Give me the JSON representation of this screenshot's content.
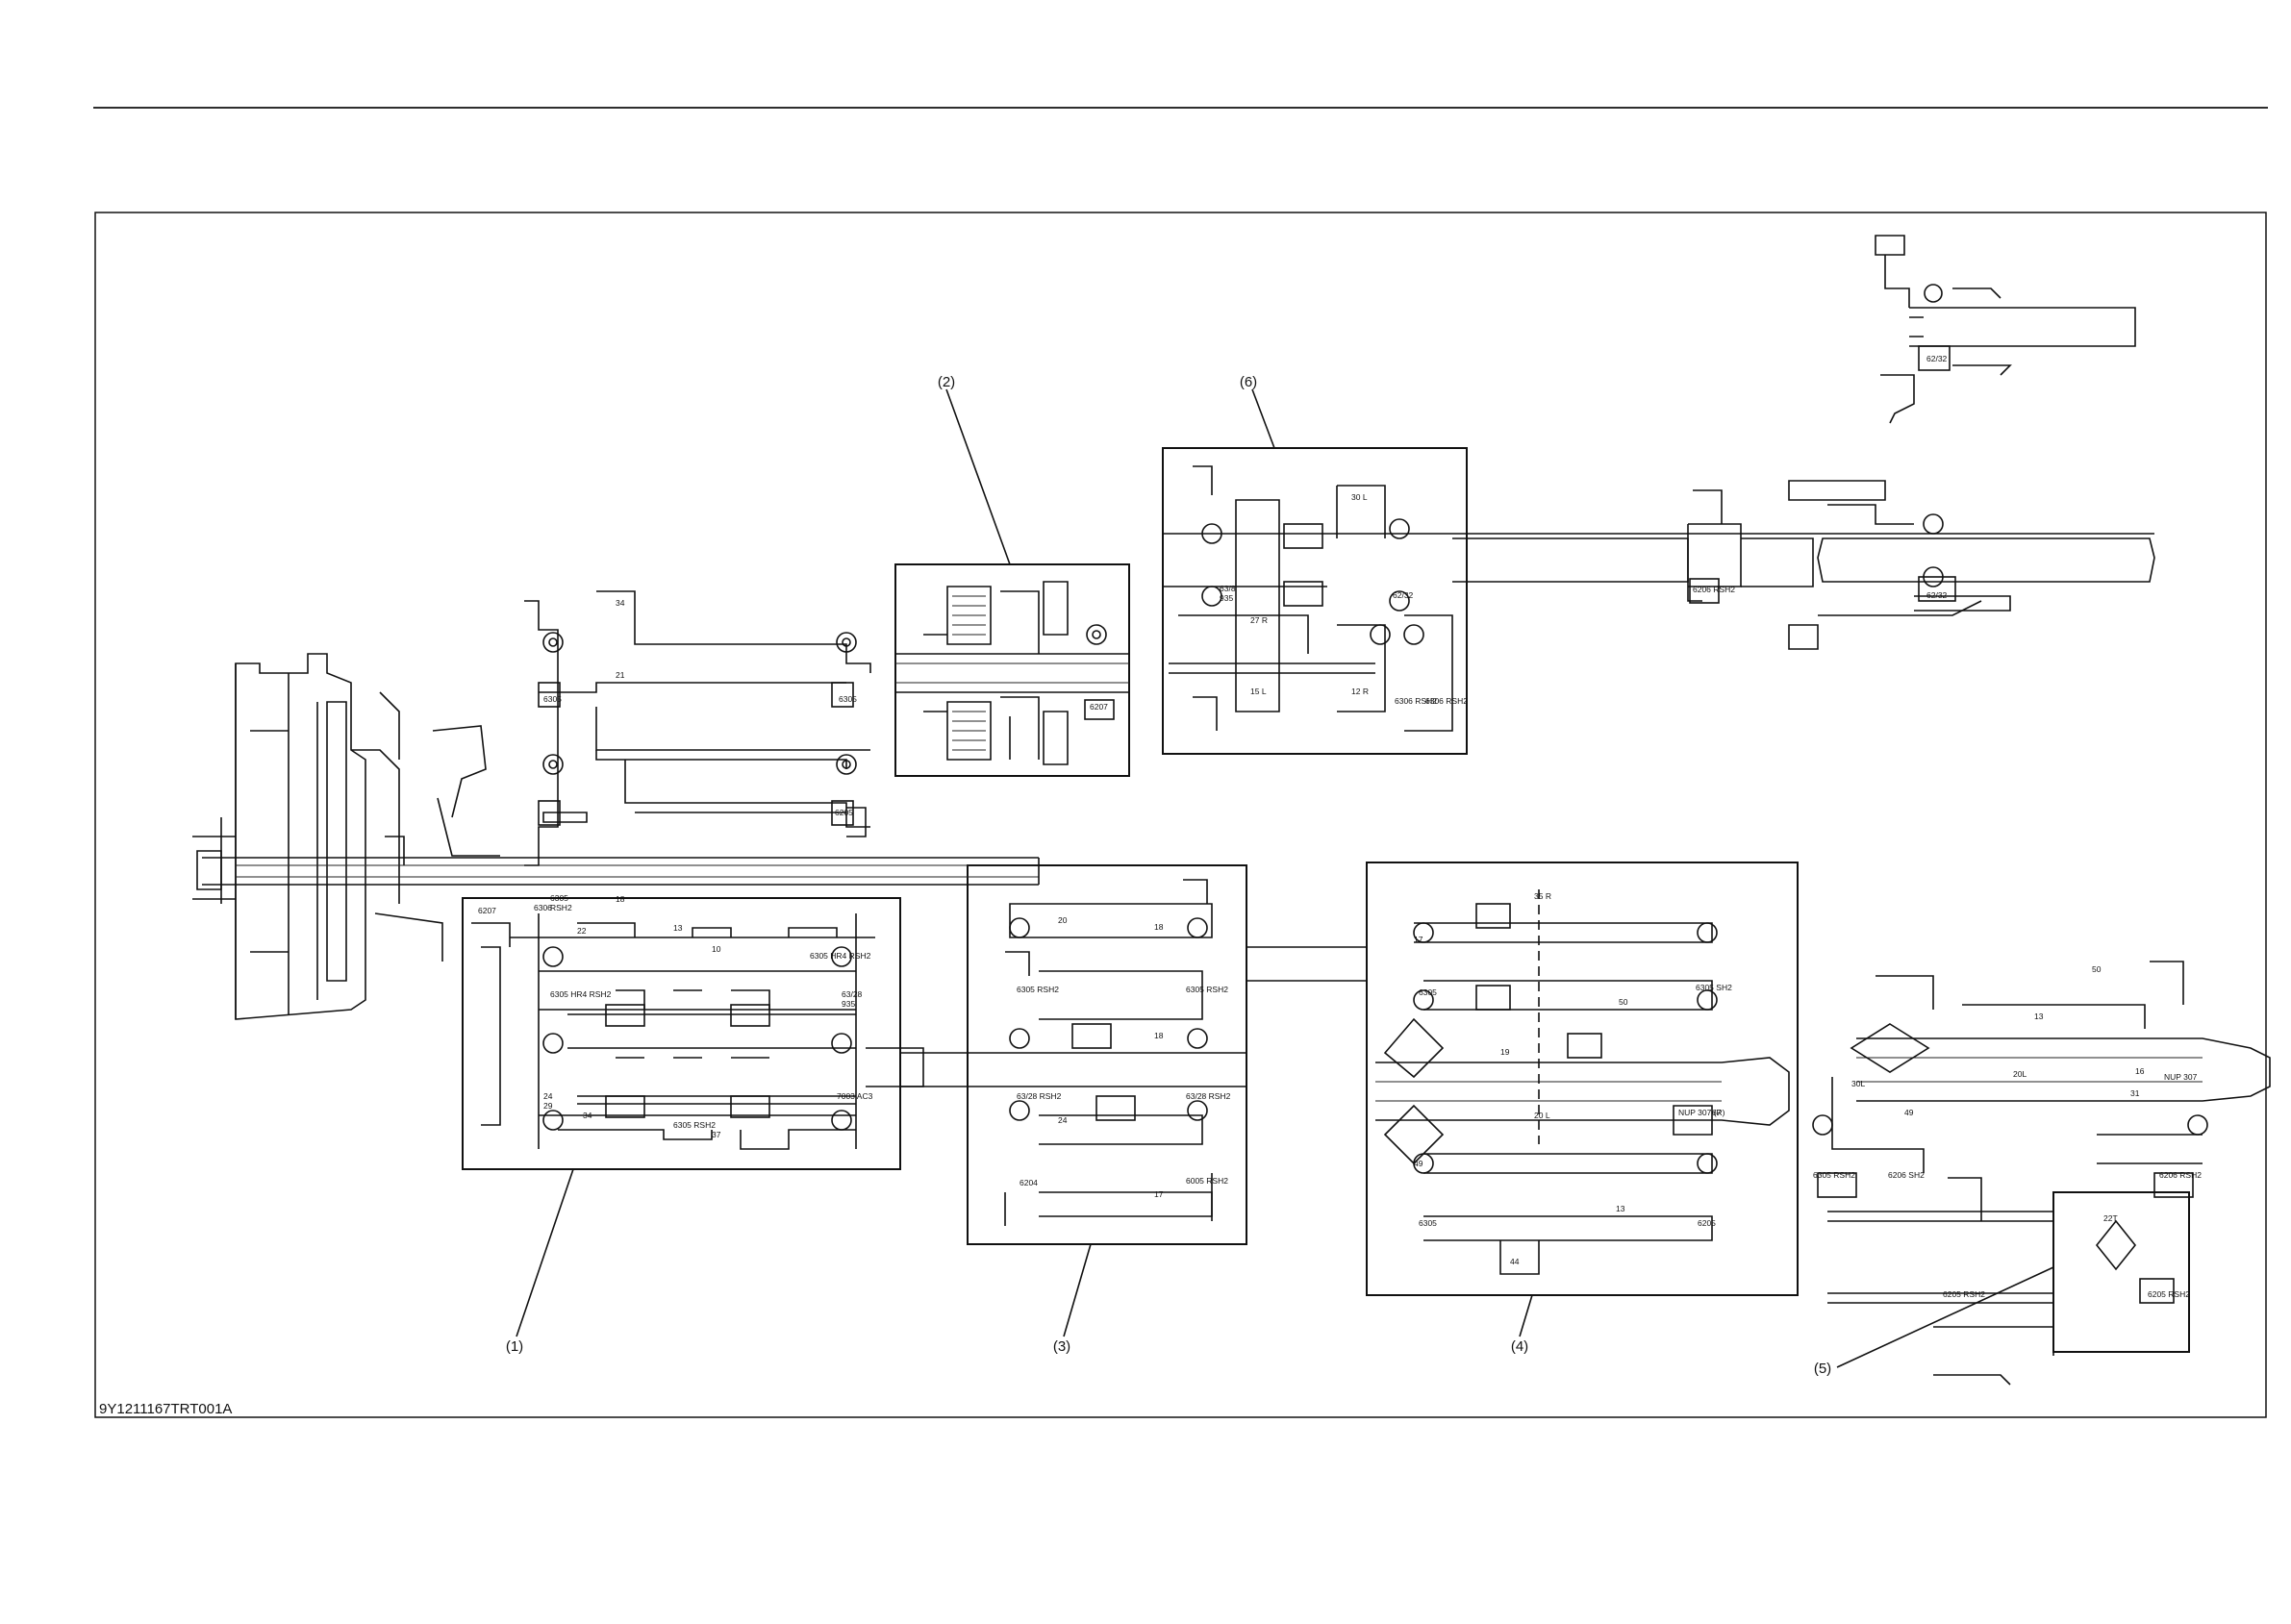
{
  "figure": {
    "code": "9Y1211167TRT001A",
    "callouts": [
      "(1)",
      "(2)",
      "(3)",
      "(4)",
      "(5)",
      "(6)"
    ]
  },
  "labels": {
    "frame1": [
      "6305",
      "RSH2",
      "6306",
      "6207",
      "22",
      "18",
      "13",
      "10",
      "6305 HR4 RSH2",
      "6305 HR4 RSH2",
      "63/28",
      "935",
      "24",
      "29",
      "34",
      "6305 RSH2",
      "37",
      "7003 AC3"
    ],
    "frame_top_left": [
      "34",
      "6305",
      "6305",
      "21",
      "6205"
    ],
    "frame2": [
      "6207"
    ],
    "frame6": [
      "30 L",
      "63/8",
      "935",
      "62/32",
      "27 R",
      "15 L",
      "12 R",
      "6306 RSH2",
      "6306 RSH2"
    ],
    "frame_right_top": [
      "62/32",
      "6206 RSH2",
      "62/32"
    ],
    "frame3": [
      "20",
      "18",
      "6305 RSH2",
      "6305 RSH2",
      "18",
      "63/28 RSH2",
      "24",
      "63/28 RSH2",
      "6204",
      "6005 RSH2",
      "17"
    ],
    "frame4": [
      "35 R",
      "17",
      "6305",
      "50",
      "6305 SH2",
      "19",
      "49",
      "20 L",
      "NUP 307 (R)",
      "67",
      "13",
      "6305",
      "44",
      "6205"
    ],
    "frame5_area": [
      "50",
      "13",
      "30L",
      "20L",
      "16",
      "NUP 307",
      "49",
      "31",
      "6305 RSH2",
      "6206 SH2",
      "6206 RSH2",
      "22T",
      "6205 RSH2",
      "6205 RSH2"
    ]
  }
}
